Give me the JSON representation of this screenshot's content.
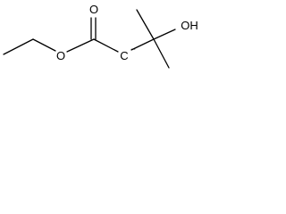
{
  "molecule": {
    "atoms": {
      "carbonyl_oxygen": "O",
      "ester_oxygen": "O",
      "hydroxyl_group": "OH",
      "carbanion_carbon": "C",
      "carbanion_charge": "−"
    }
  }
}
